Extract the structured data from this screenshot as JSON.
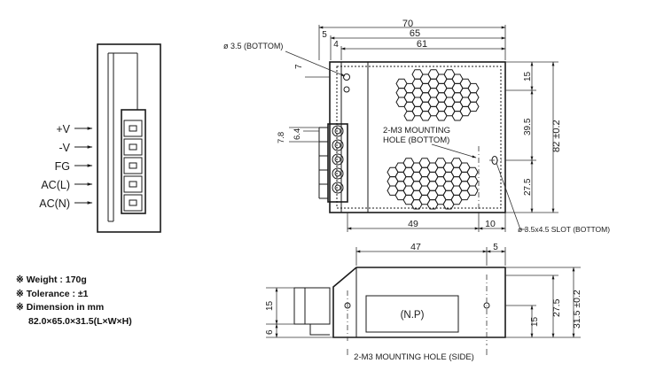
{
  "terminals": [
    "+V",
    "-V",
    "FG",
    "AC(L)",
    "AC(N)"
  ],
  "top_view": {
    "dims_horizontal": {
      "overall": "70",
      "body": "65",
      "inner": "61",
      "offset_a": "5",
      "offset_b": "4",
      "bottom_left": "49",
      "bottom_right": "10"
    },
    "dims_vertical": {
      "overall": "82 ±0.2",
      "upper": "15",
      "middle": "39.5",
      "lower": "27.5",
      "left_top": "7",
      "term_a": "6.4",
      "term_b": "7.8"
    },
    "hole_callout": "ø 3.5 (BOTTOM)",
    "mounting_label_1": "2-M3 MOUNTING",
    "mounting_label_2": "HOLE (BOTTOM)",
    "slot_callout": "ø 3.5x4.5 SLOT (BOTTOM)"
  },
  "side_view": {
    "dims_horizontal": {
      "length": "47",
      "offset": "5"
    },
    "dims_vertical": {
      "height": "31.5 ±0.2",
      "upper": "27.5",
      "lower": "15",
      "left_upper": "15",
      "left_lower": "6"
    },
    "np_label": "(N.P)",
    "mounting_side": "2-M3 MOUNTING HOLE (SIDE)"
  },
  "notes": {
    "weight": "※ Weight : 170g",
    "tolerance": "※ Tolerance : ±1",
    "dimension": "※ Dimension in mm",
    "size": "82.0×65.0×31.5(L×W×H)"
  }
}
